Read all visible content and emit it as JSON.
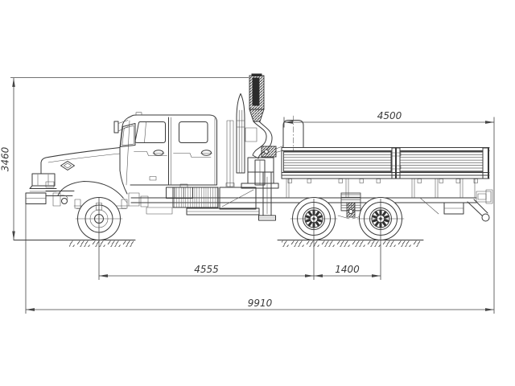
{
  "drawing": {
    "subject": "Flatbed truck with crew cab and folded loader crane - side view dimensional drawing",
    "background_color": "#ffffff",
    "line_color": "#3a3a3a"
  },
  "dimensions": {
    "overall_height": {
      "value": "3460"
    },
    "platform_length": {
      "value": "4500"
    },
    "wheelbase": {
      "value": "4555"
    },
    "rear_bogie_spacing": {
      "value": "1400"
    },
    "overall_length": {
      "value": "9910"
    }
  },
  "icons": {
    "manufacturer_logo": "diamond-emblem"
  }
}
